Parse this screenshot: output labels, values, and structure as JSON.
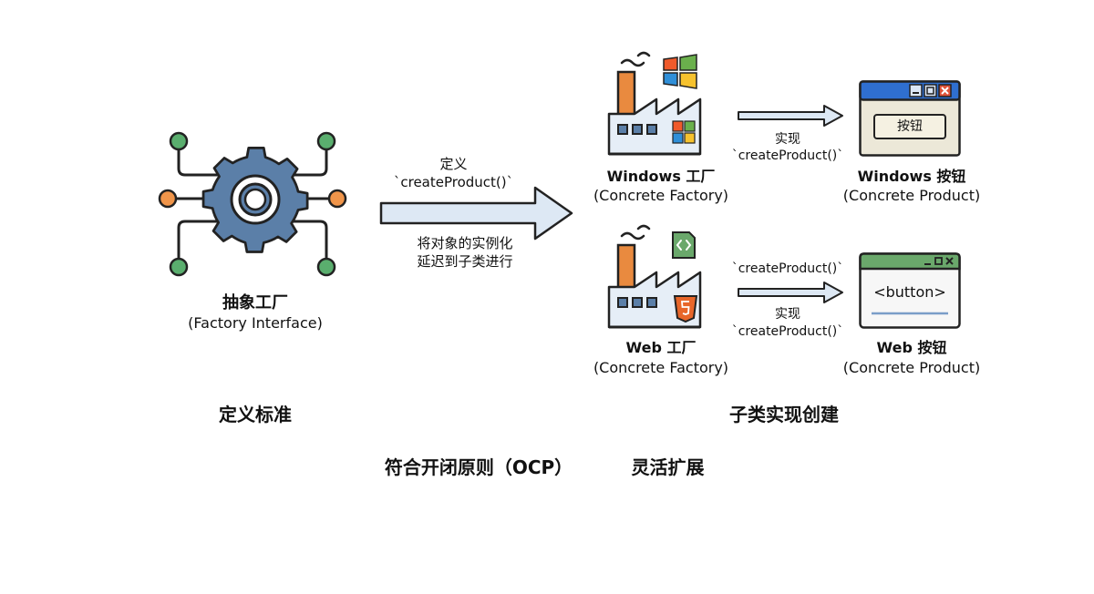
{
  "abstract_factory": {
    "title": "抽象工厂",
    "subtitle": "(Factory Interface)",
    "icon": "gear-circuit-icon"
  },
  "main_arrow": {
    "label_top_line1": "定义",
    "label_top_line2": "`createProduct()`",
    "label_bottom_line1": "将对象的实例化",
    "label_bottom_line2": "延迟到子类进行"
  },
  "windows_factory": {
    "title": "Windows 工厂",
    "subtitle": "(Concrete Factory)",
    "icon": "factory-windows-icon"
  },
  "web_factory": {
    "title": "Web 工厂",
    "subtitle": "(Concrete Factory)",
    "icon": "factory-web-icon"
  },
  "windows_arrow": {
    "label_line1": "实现",
    "label_line2": "`createProduct()`"
  },
  "web_arrow": {
    "label_top": "`createProduct()`",
    "label_line1": "实现",
    "label_line2": "`createProduct()`"
  },
  "windows_product": {
    "title": "Windows 按钮",
    "subtitle": "(Concrete Product)",
    "button_text": "按钮",
    "icon": "windows-dialog-icon"
  },
  "web_product": {
    "title": "Web 按钮",
    "subtitle": "(Concrete Product)",
    "button_text": "<button>",
    "icon": "web-window-icon"
  },
  "captions": {
    "left": "定义标准",
    "right": "子类实现创建",
    "bottom_left": "符合开闭原则（OCP）",
    "bottom_right": "灵活扩展"
  },
  "colors": {
    "gear_blue": "#5b7fa8",
    "node_green": "#5aae6e",
    "node_orange": "#f0954a",
    "arrow_fill": "#dde8f4",
    "chimney_orange": "#e98a3f",
    "html5_orange": "#e8662a",
    "window_blue": "#2f6fd0",
    "web_green": "#6aa86b"
  }
}
